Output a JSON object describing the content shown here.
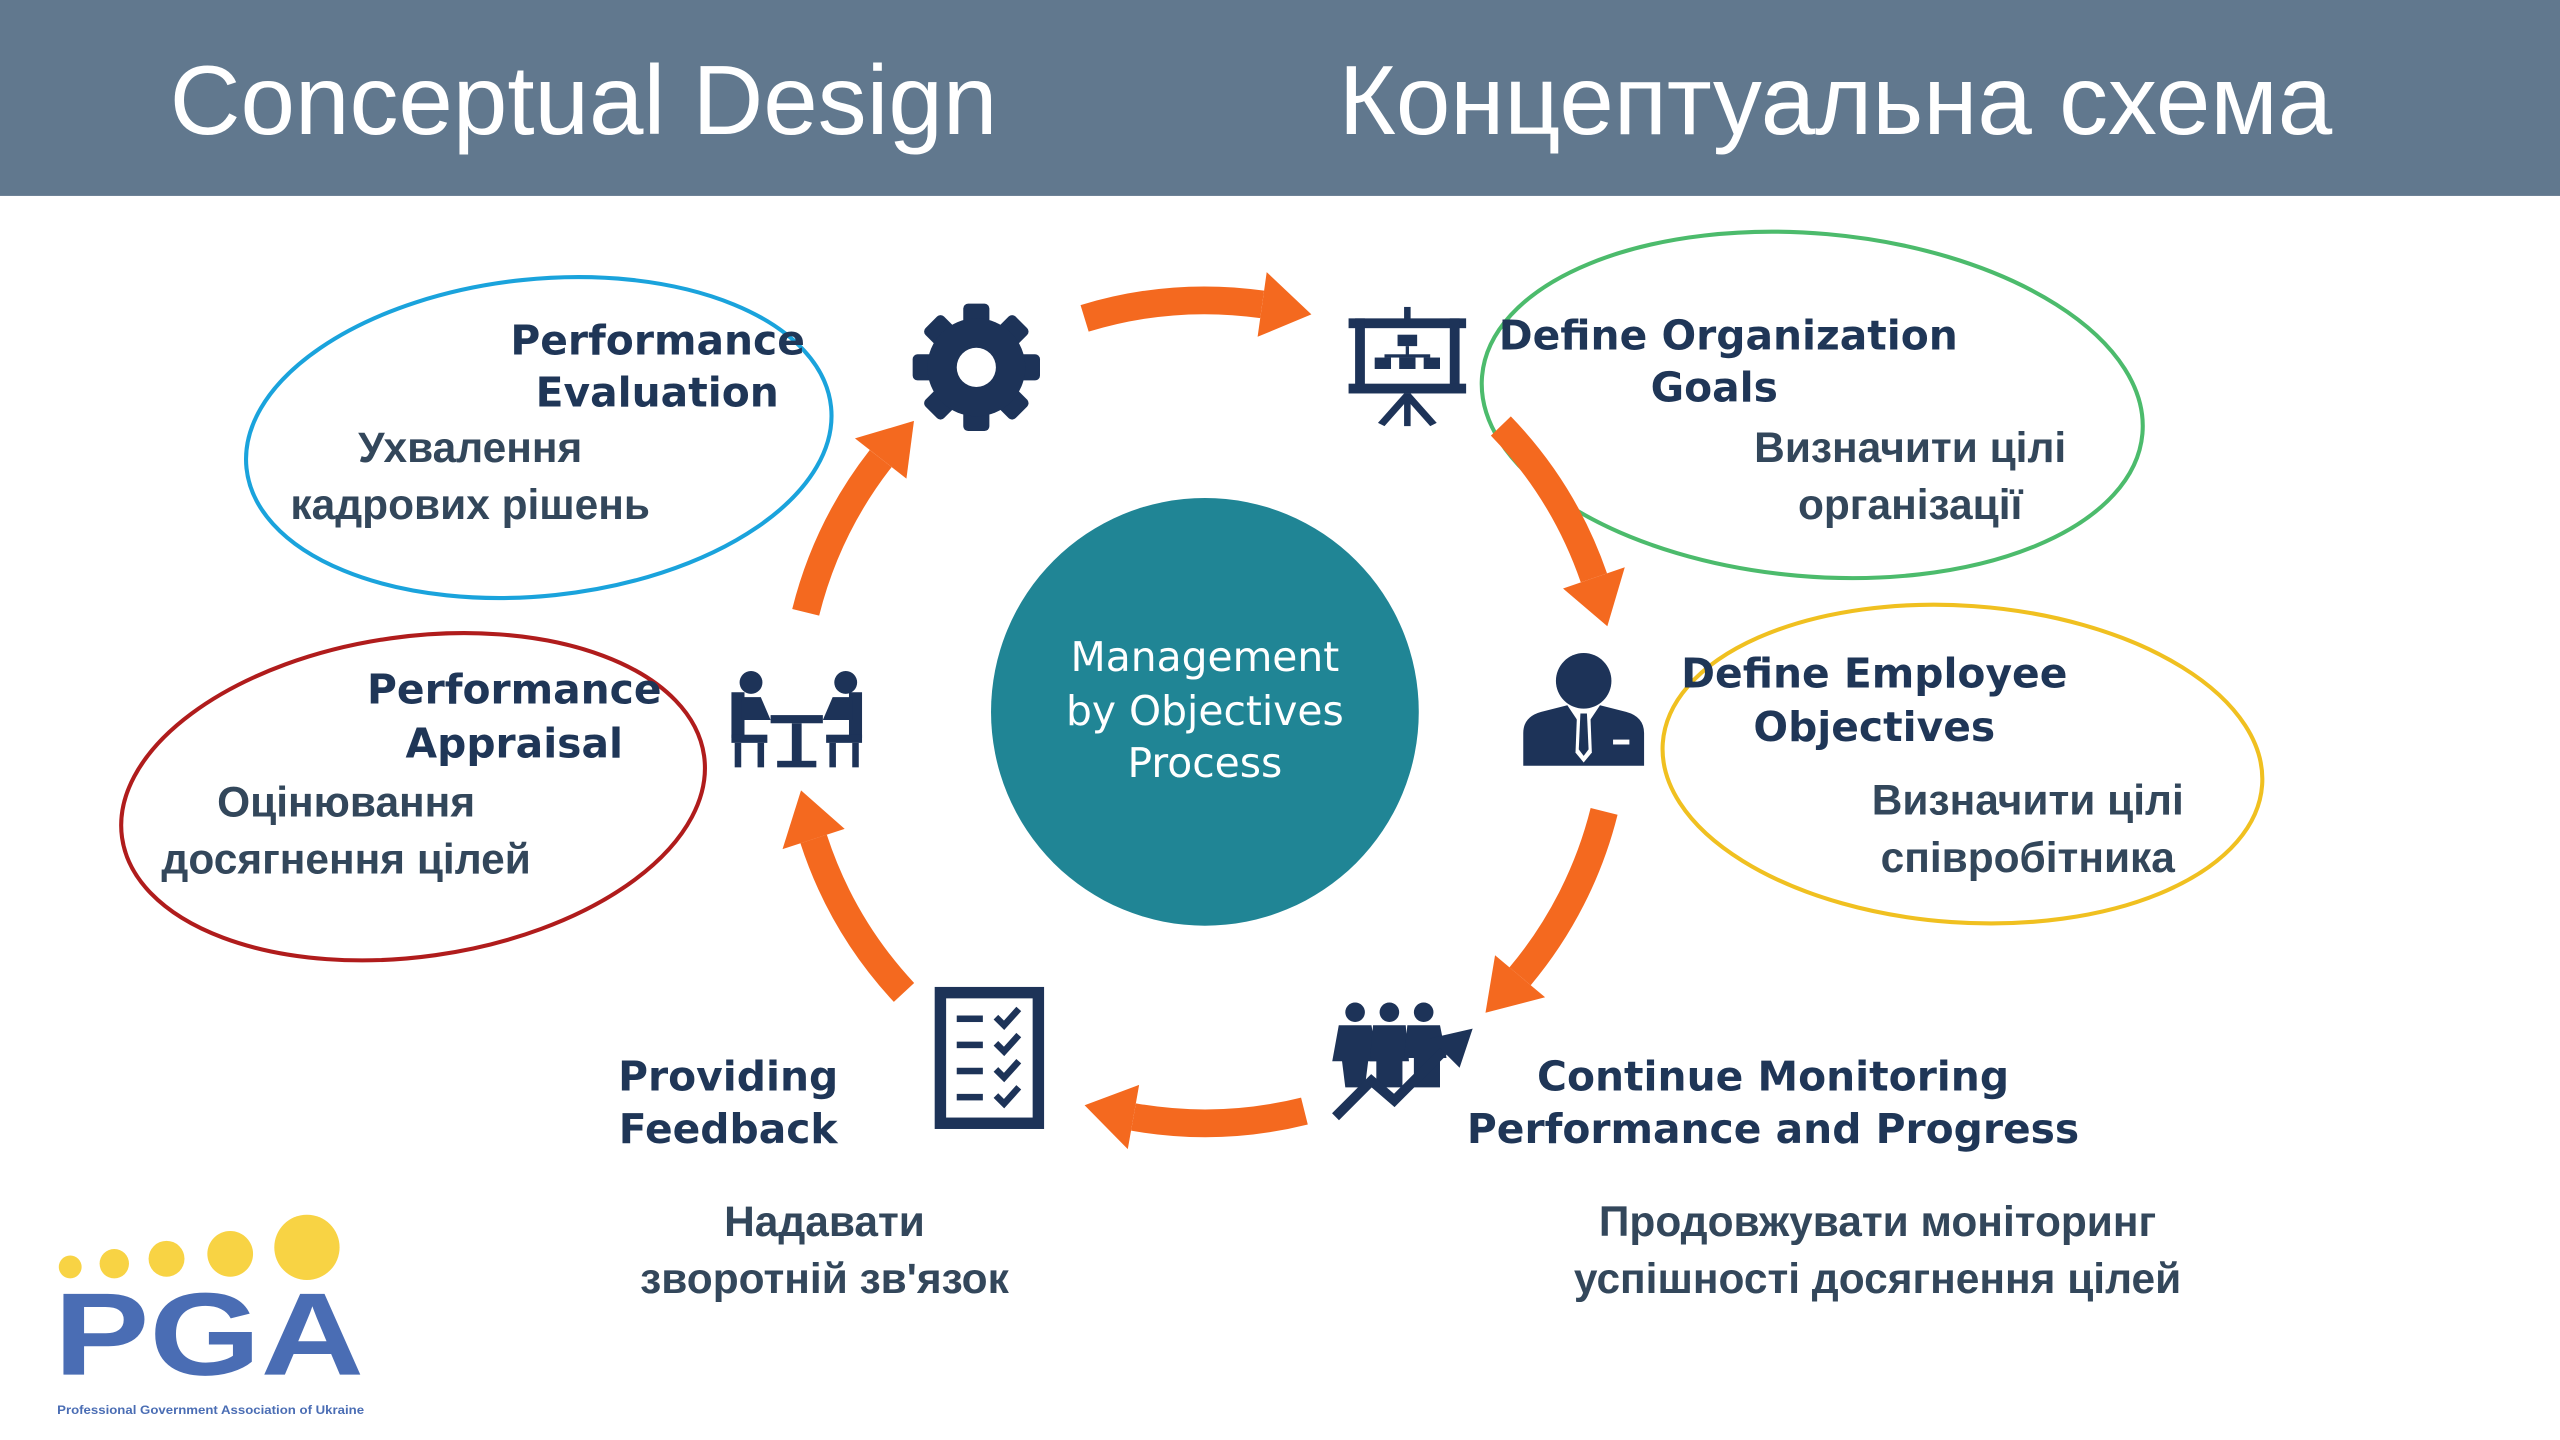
{
  "header": {
    "title_en": "Conceptual Design",
    "title_ua": "Концептуальна схема"
  },
  "center": {
    "lines": [
      "Management",
      "by Objectives",
      "Process"
    ]
  },
  "steps": {
    "performance_evaluation": {
      "en": [
        "Performance",
        "Evaluation"
      ],
      "ua": [
        "Ухвалення",
        "кадрових рішень"
      ],
      "icon": "gear-icon",
      "outline_color": "#1aa3dc"
    },
    "define_org_goals": {
      "en": [
        "Define Organization",
        "Goals"
      ],
      "ua": [
        "Визначити цілі",
        "організації"
      ],
      "icon": "presentation-org-chart-icon",
      "outline_color": "#4cbb6c"
    },
    "define_employee_objectives": {
      "en": [
        "Define Employee",
        "Objectives"
      ],
      "ua": [
        "Визначити цілі",
        "співробітника"
      ],
      "icon": "employee-icon",
      "outline_color": "#f0c020"
    },
    "continue_monitoring": {
      "en": [
        "Continue Monitoring",
        "Performance and Progress"
      ],
      "ua": [
        "Продовжувати моніторинг",
        "успішності досягнення цілей"
      ],
      "icon": "team-growth-chart-icon"
    },
    "providing_feedback": {
      "en": [
        "Providing",
        "Feedback"
      ],
      "ua": [
        "Надавати",
        "зворотній зв'язок"
      ],
      "icon": "checklist-icon"
    },
    "performance_appraisal": {
      "en": [
        "Performance",
        "Appraisal"
      ],
      "ua": [
        "Оцінювання",
        "досягнення цілей"
      ],
      "icon": "meeting-icon",
      "outline_color": "#b01c1c"
    }
  },
  "logo": {
    "text": "PGA",
    "caption": "Professional Government Association of Ukraine"
  },
  "colors": {
    "header_bg": "#61788e",
    "circle": "#208595",
    "arrow": "#f4691f",
    "logo_blue": "#4a6db4",
    "logo_yellow": "#f8d344"
  }
}
